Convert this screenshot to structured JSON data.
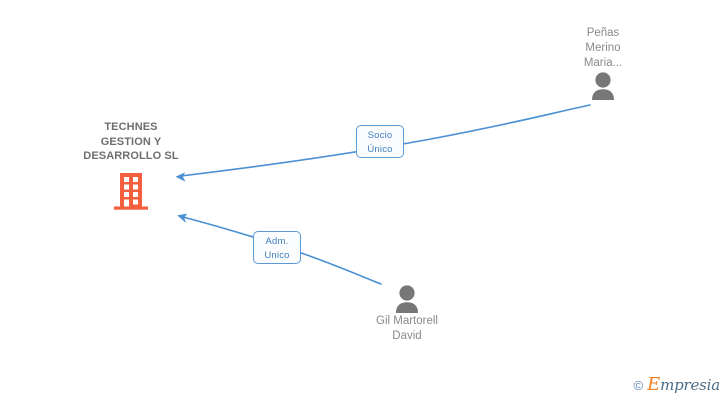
{
  "diagram": {
    "type": "corporate-relationship-graph",
    "colors": {
      "edge": "#4a90d2",
      "chip_border": "#5b9bd5",
      "chip_text": "#3f7fbf",
      "company_text": "#6e6e6e",
      "person_text": "#8a8a8a",
      "building_icon": "#f4603e",
      "person_icon": "#777777",
      "background": "#ffffff"
    },
    "company": {
      "name": "TECHNES\nGESTION Y\nDESARROLLO SL",
      "icon": "building-icon"
    },
    "persons": [
      {
        "id": "person-top",
        "name": "Peñas\nMerino\nMaria...",
        "icon": "person-icon",
        "label_position": "above"
      },
      {
        "id": "person-bottom",
        "name": "Gil Martorell\nDavid",
        "icon": "person-icon",
        "label_position": "below"
      }
    ],
    "relations": [
      {
        "id": "relation-socio-unico",
        "label": "Socio\nÚnico",
        "from": "person-top",
        "to": "company",
        "direction": "to-company"
      },
      {
        "id": "relation-adm-unico",
        "label": "Adm.\nUnico",
        "from": "person-bottom",
        "to": "company",
        "direction": "to-company"
      }
    ]
  },
  "watermark": {
    "copyright": "©",
    "brand_initial": "E",
    "brand_rest": "mpresia"
  }
}
